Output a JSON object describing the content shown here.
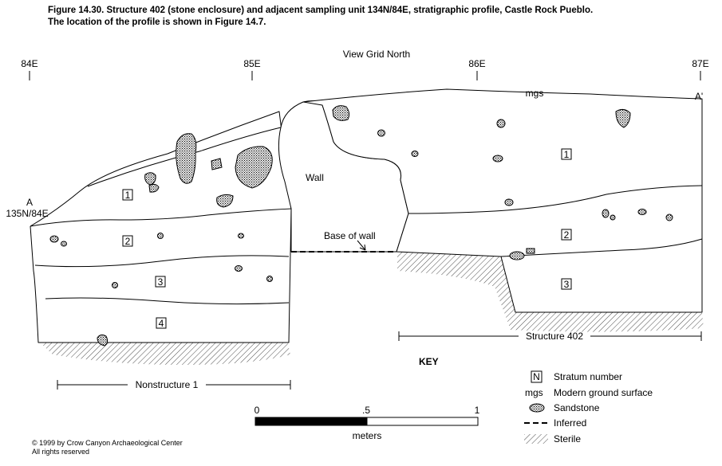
{
  "caption": {
    "line1": "Figure 14.30.  Structure 402 (stone enclosure) and adjacent sampling unit 134N/84E, stratigraphic profile, Castle Rock Pueblo.",
    "line2": "The location of the profile is shown in Figure 14.7."
  },
  "orientation": "View Grid North",
  "grid_labels": [
    "84E",
    "85E",
    "86E",
    "87E"
  ],
  "endpoints": {
    "a": "A",
    "a_coord": "135N/84E",
    "a_prime": "A'"
  },
  "mgs": "mgs",
  "wall": {
    "label": "Wall",
    "base": "Base of wall"
  },
  "strata": {
    "left": [
      "1",
      "2",
      "3",
      "4"
    ],
    "right": [
      "1",
      "2",
      "3"
    ]
  },
  "units": {
    "nonstructure": "Nonstructure 1",
    "structure": "Structure 402"
  },
  "key": {
    "title": "KEY",
    "stratum_symbol": "N",
    "stratum": "Stratum number",
    "mgs_symbol": "mgs",
    "mgs": "Modern ground surface",
    "sandstone": "Sandstone",
    "inferred": "Inferred",
    "sterile": "Sterile"
  },
  "scale": {
    "ticks": [
      "0",
      ".5",
      "1"
    ],
    "unit": "meters"
  },
  "copyright": {
    "line1": "© 1999 by Crow Canyon Archaeological Center",
    "line2": "All rights reserved"
  }
}
